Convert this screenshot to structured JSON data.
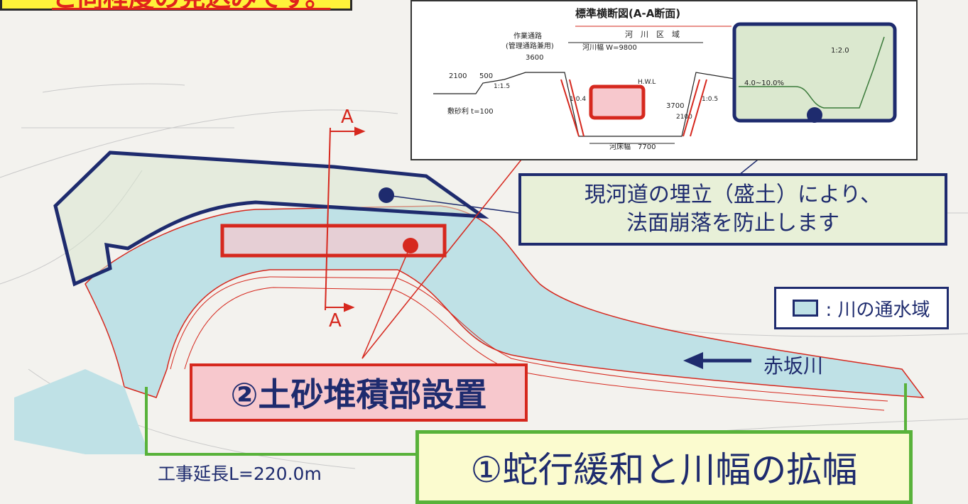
{
  "banner": {
    "text": "と同程度の見込みです。"
  },
  "section": {
    "title": "標準横断図(A-A断面)",
    "river_zone": "河　川　区　域",
    "work_road": "作業通路",
    "work_road_sub": "(管理通路兼用)",
    "dim_3600": "3600",
    "dim_2100": "2100",
    "dim_500": "500",
    "slope_1_15": "1:1.5",
    "river_width": "河川幅 W=9800",
    "hwl": "H.W.L",
    "gravel": "敷砂利 t=100",
    "dim_3700": "3700",
    "dim_2100b": "2100",
    "slope_1_05": "1:0.5",
    "slope_1_04": "1:0.4",
    "bed_width": "河床幅　7700",
    "slope_detail": "4.0~10.0%",
    "slope_12": "1:2.0"
  },
  "labels": {
    "callout_line1": "現河道の埋立（盛土）により、",
    "callout_line2": "法面崩落を防止します",
    "legend_text": ": 川の通水域",
    "sediment": "②土砂堆積部設置",
    "meander": "①蛇行緩和と川幅の拡幅",
    "length": "工事延長L=220.0m",
    "river_name": "赤坂川",
    "section_a": "A",
    "section_a2": "A"
  },
  "colors": {
    "navy": "#1e2b6e",
    "red": "#d6281e",
    "green": "#58b23a",
    "water": "#bfe1e6",
    "yellow": "#fff23a"
  }
}
